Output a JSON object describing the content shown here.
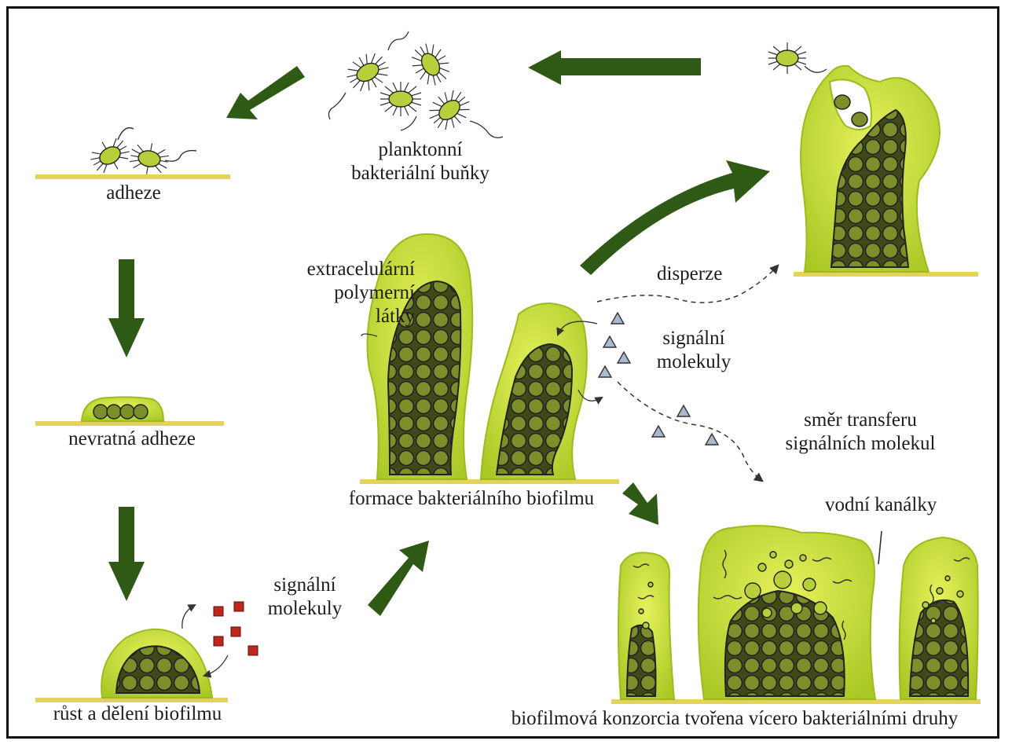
{
  "labels": {
    "planktonic": [
      "planktonní",
      "bakteriální buňky"
    ],
    "adhesion": "adheze",
    "irreversible": "nevratná adheze",
    "growth": "růst a dělení biofilmu",
    "signal_left": [
      "signální",
      "molekuly"
    ],
    "eps": [
      "extracelulární",
      "polymerní",
      "látky"
    ],
    "formation": "formace bakteriálního biofilmu",
    "dispersion": "disperze",
    "signal_right": [
      "signální",
      "molekuly"
    ],
    "transfer": [
      "směr transferu",
      "signálních molekul"
    ],
    "channels": "vodní kanálky",
    "consortium": "biofilmová konzorcia tvořena vícero bakteriálními druhy"
  },
  "colors": {
    "arrow": "#2f5a16",
    "matrix": "#c8e03a",
    "matrix_edge": "#9dbb1e",
    "cell": "#7d8f2a",
    "surface": "#e4d25a",
    "signal_square": "#c0271f",
    "signal_triangle": "#a9b9cf"
  }
}
